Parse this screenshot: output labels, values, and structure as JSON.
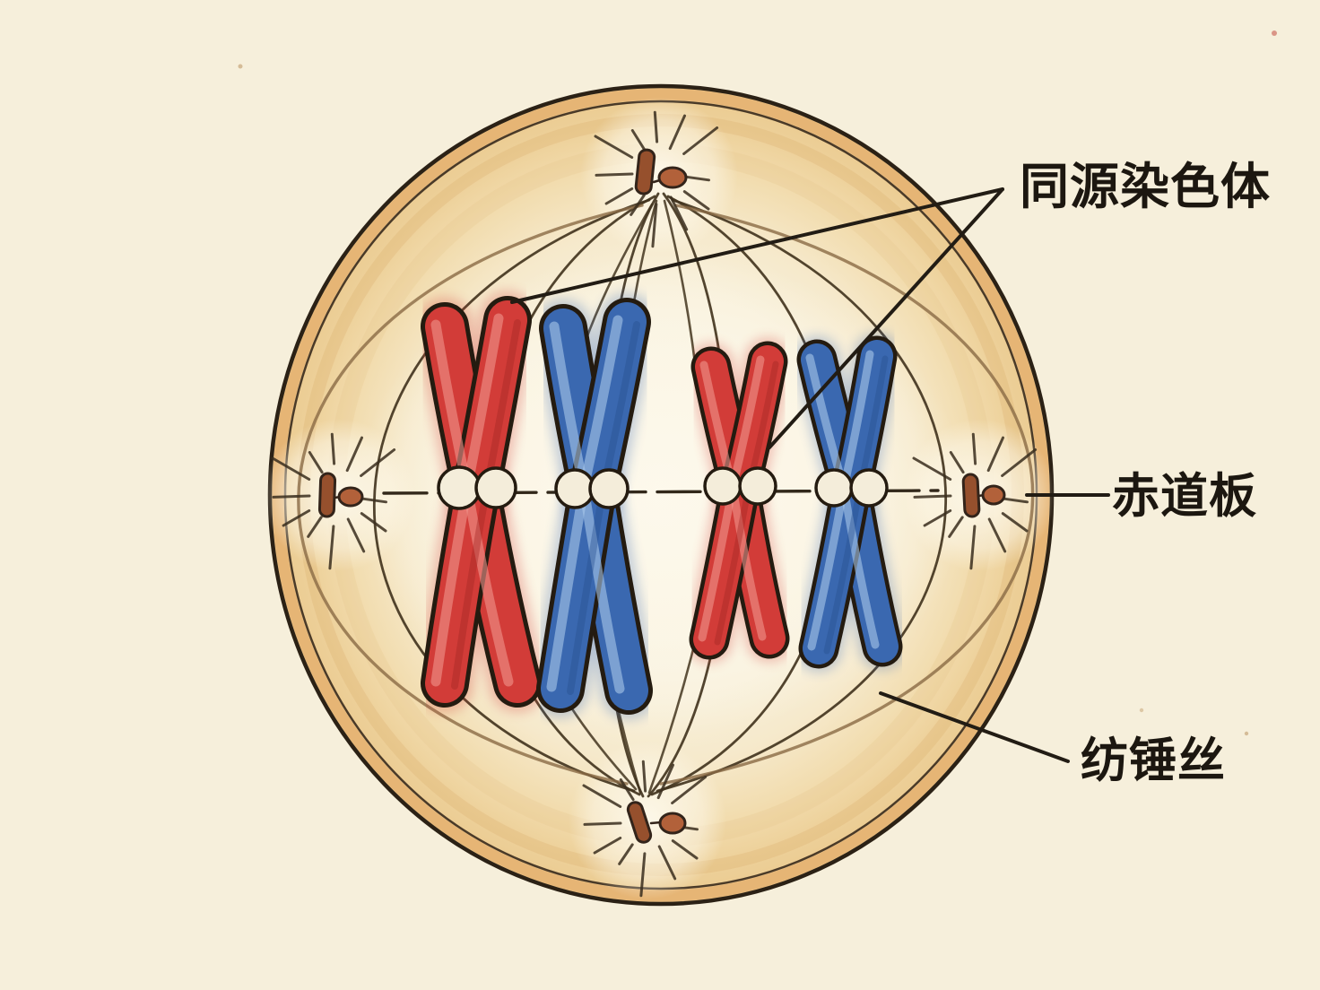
{
  "labels": {
    "homologous_chromosome": "同源染色体",
    "equatorial_plate": "赤道板",
    "spindle_fiber": "纺锤丝"
  },
  "colors": {
    "paper": "#f6efdb",
    "cell_fill_center": "#faf4e3",
    "cell_fill_edge": "#eac98e",
    "membrane_band": "#e6b575",
    "membrane_line": "#2b2115",
    "chromosome_red": "#d23c38",
    "chromosome_blue": "#3a68b0",
    "centromere_fill": "#f4edda",
    "centriole_rod": "#96502d",
    "centriole_oval": "#b2613a",
    "spindle_line": "#43351f",
    "leader_line": "#221c14",
    "label_text": "#1c1710"
  },
  "diagram": {
    "cell_shape": "round cell with double membrane and golden shading",
    "chromosome_row": [
      "red-large",
      "blue-large",
      "red-small",
      "blue-small"
    ],
    "chromatids_per_chromosome": 2,
    "centromere_circles_per_chromosome": 2,
    "centrosome_positions": [
      "top",
      "bottom",
      "left",
      "right"
    ],
    "equator_line": "horizontal dashed line through centromeres"
  }
}
